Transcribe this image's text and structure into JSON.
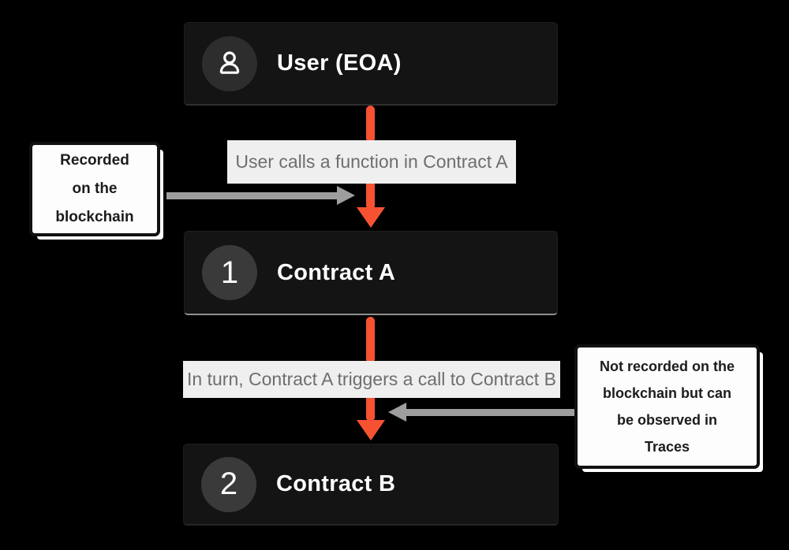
{
  "colors": {
    "background": "#000000",
    "node_background": "#141414",
    "node_badge_circle": "#3a3a3a",
    "node_text": "#ffffff",
    "flow_label_background": "#efefef",
    "flow_label_text": "#6e6e6e",
    "orange_arrow": "#f65232",
    "gray_arrow": "#9e9e9e",
    "callout_background": "#fdfdfd",
    "callout_border": "#111111",
    "callout_text": "#1c1c1c"
  },
  "nodes": [
    {
      "id": "user-eoa",
      "title": "User (EOA)",
      "badge": "user-icon"
    },
    {
      "id": "contract-a",
      "title": "Contract A",
      "badge": "1"
    },
    {
      "id": "contract-b",
      "title": "Contract B",
      "badge": "2"
    }
  ],
  "flow_labels": [
    {
      "text": "User calls a function in Contract A"
    },
    {
      "text": "In turn, Contract A triggers a call to Contract B"
    }
  ],
  "annotations": [
    {
      "side": "left",
      "lines": [
        "Recorded",
        "on the",
        "blockchain"
      ]
    },
    {
      "side": "right",
      "lines": [
        "Not recorded on the",
        "blockchain but can",
        "be observed in",
        "Traces"
      ]
    }
  ]
}
